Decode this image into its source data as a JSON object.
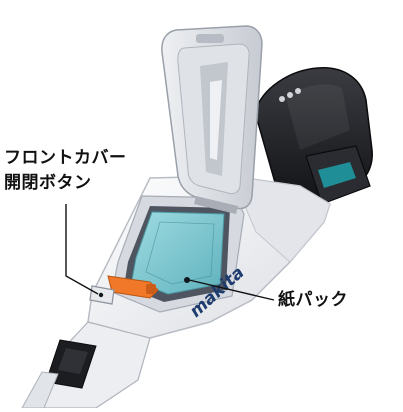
{
  "callouts": {
    "front_cover_button_line1": "フロントカバー",
    "front_cover_button_line2": "開閉ボタン",
    "paper_bag": "紙パック"
  },
  "product": {
    "brand_logo_text": "makita"
  },
  "colors": {
    "body_white": "#f2f3f5",
    "shadow_gray": "#c9ccd2",
    "battery_black": "#1b1c1f",
    "filter_cyan": "#7cc6d0",
    "accent_orange": "#f07828",
    "leader_line": "#111111"
  }
}
